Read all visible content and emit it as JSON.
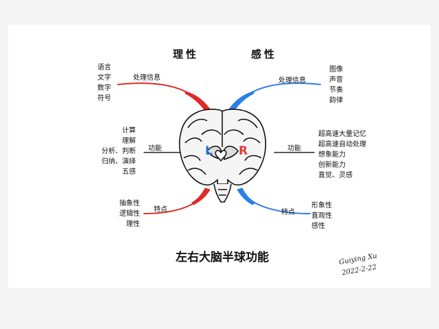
{
  "headers": {
    "left": "理性",
    "right": "感性"
  },
  "title": "左右大脑半球功能",
  "brain": {
    "left_letter": "L",
    "right_letter": "R",
    "left_color": "#1e73d8",
    "right_color": "#e23a36"
  },
  "left": {
    "row1": {
      "label": "处理信息",
      "items": [
        "语言",
        "文字",
        "数字",
        "符号"
      ]
    },
    "row2": {
      "label": "功能",
      "items": [
        "计算",
        "理解",
        "分析、判断",
        "归纳、演绎",
        "五感"
      ]
    },
    "row3": {
      "label": "特点",
      "items": [
        "抽象性",
        "逻辑性",
        "理性"
      ]
    }
  },
  "right": {
    "row1": {
      "label": "处理信息",
      "items": [
        "图像",
        "声音",
        "节奏",
        "韵律"
      ]
    },
    "row2": {
      "label": "功能",
      "items": [
        "超高速大量记忆",
        "超高速自动处理",
        "想象能力",
        "创新能力",
        "直觉、灵感"
      ]
    },
    "row3": {
      "label": "特点",
      "items": [
        "形象性",
        "直观性",
        "感性"
      ]
    }
  },
  "signature": {
    "name": "Guiying Xu",
    "date": "2022-2-22"
  },
  "colors": {
    "red": "#e02a26",
    "blue": "#2b7fe6",
    "line": "#222222"
  }
}
